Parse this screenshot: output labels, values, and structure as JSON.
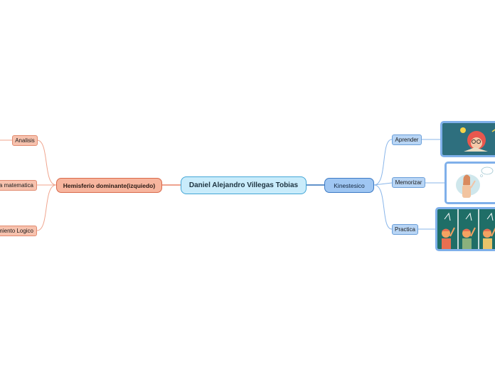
{
  "center": {
    "label": "Daniel Alejandro Villegas Tobias"
  },
  "left_branch": {
    "label": "Hemisferio dominante(izquiedo)",
    "children": [
      "Analisis",
      "Destreza matematica",
      "Razonamiento Logico"
    ]
  },
  "right_branch": {
    "label": "Kinestesico",
    "children": [
      {
        "label": "Aprender",
        "image": "thinking-student-illustration"
      },
      {
        "label": "Memorizar",
        "image": "woman-remembering-illustration"
      },
      {
        "label": "Practica",
        "image": "kids-at-chalkboard-illustration"
      }
    ]
  },
  "colors": {
    "center_fill": "#c9ecfb",
    "left_fill": "#f7b59e",
    "left_line": "#e8836a",
    "right_fill": "#9fc6f2",
    "right_line": "#3b79c4"
  }
}
